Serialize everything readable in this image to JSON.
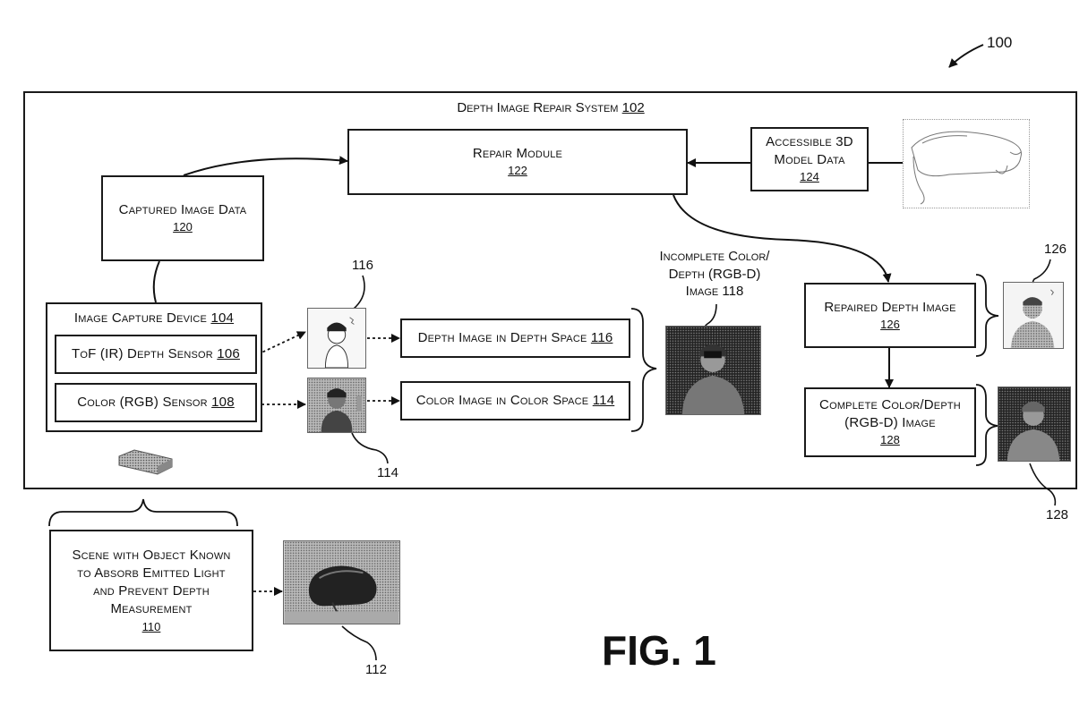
{
  "figure_ref": "100",
  "figure_label": "FIG. 1",
  "system": {
    "title": "Depth Image Repair System",
    "ref": "102"
  },
  "repair_module": {
    "label": "Repair Module",
    "ref": "122"
  },
  "model_data": {
    "line1": "Accessible 3D",
    "line2": "Model Data",
    "ref": "124"
  },
  "captured_data": {
    "label": "Captured Image Data",
    "ref": "120"
  },
  "capture_device": {
    "label": "Image Capture Device",
    "ref": "104"
  },
  "tof_sensor": {
    "label": "ToF (IR) Depth Sensor",
    "ref": "106"
  },
  "color_sensor": {
    "label": "Color (RGB) Sensor",
    "ref": "108"
  },
  "depth_image": {
    "label": "Depth Image in Depth Space",
    "ref": "116"
  },
  "color_image": {
    "label": "Color Image in Color Space",
    "ref": "114"
  },
  "incomplete": {
    "line1": "Incomplete Color/",
    "line2": "Depth (RGB-D)",
    "line3": "Image 118"
  },
  "repaired": {
    "label": "Repaired Depth Image",
    "ref": "126"
  },
  "complete": {
    "line1": "Complete Color/Depth",
    "line2": "(RGB-D) Image",
    "ref": "128"
  },
  "scene": {
    "line1": "Scene with Object Known",
    "line2": "to Absorb Emitted Light",
    "line3": "and Prevent Depth",
    "line4": "Measurement",
    "ref": "110"
  },
  "callouts": {
    "c116": "116",
    "c114": "114",
    "c126": "126",
    "c128": "128",
    "c112": "112"
  }
}
